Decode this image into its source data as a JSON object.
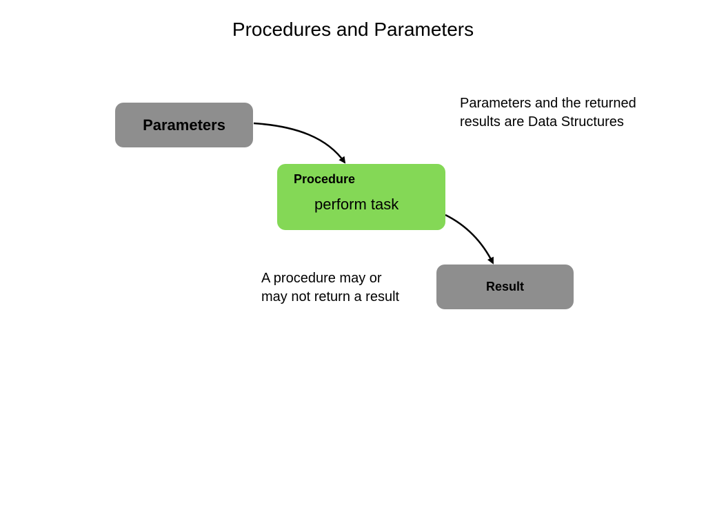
{
  "slide": {
    "title": "Procedures and Parameters"
  },
  "diagram": {
    "parameters_box": {
      "label": "Parameters",
      "color": "#8e8e8e"
    },
    "procedure_box": {
      "title": "Procedure",
      "body": "perform task",
      "color": "#84d856"
    },
    "result_box": {
      "label": "Result",
      "color": "#8e8e8e"
    },
    "note_data_structures": {
      "lines": [
        "Parameters and the returned",
        "results are Data Structures"
      ]
    },
    "note_optional_result": {
      "lines": [
        "A procedure may or",
        "may not return a result"
      ]
    }
  }
}
